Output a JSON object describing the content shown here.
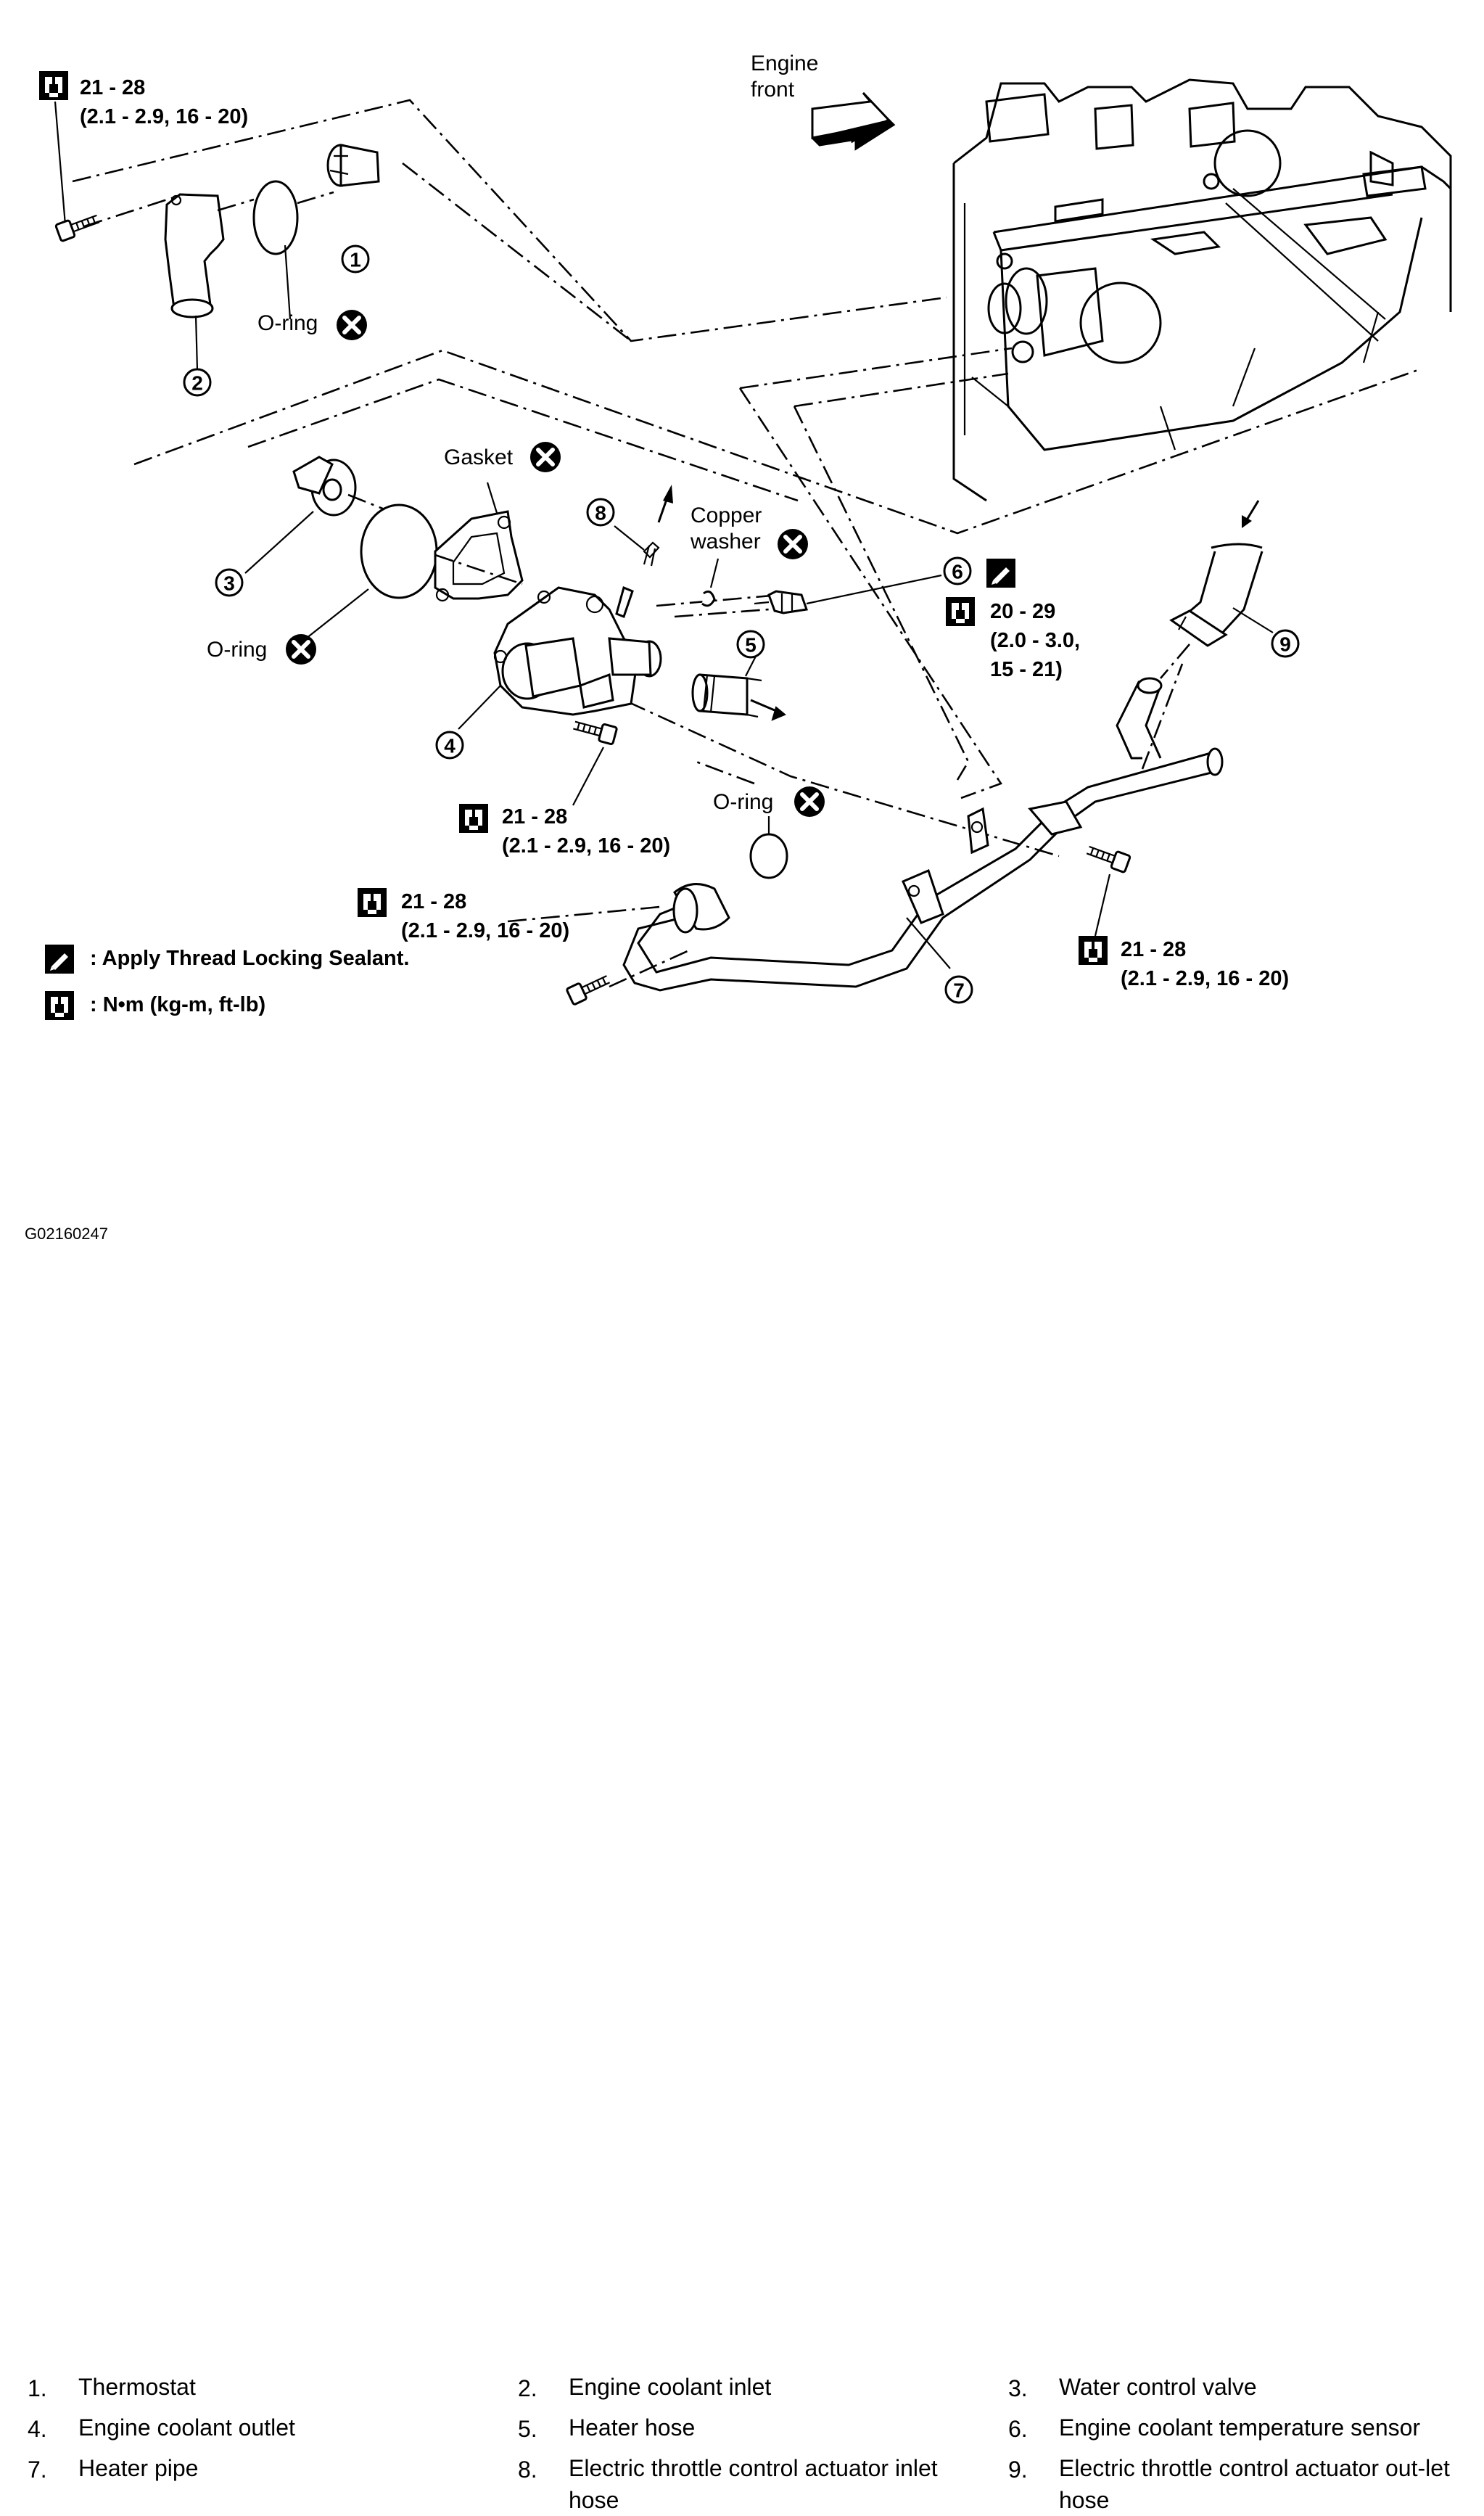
{
  "diagram": {
    "engine_front_label": [
      "Engine",
      "front"
    ],
    "oring_label": "O-ring",
    "gasket_label": "Gasket",
    "copper_washer_label": [
      "Copper",
      "washer"
    ],
    "torque_a": [
      "21 - 28",
      "(2.1 - 2.9, 16 - 20)"
    ],
    "torque_sensor": [
      "20 - 29",
      "(2.0 - 3.0,",
      "15 - 21)"
    ],
    "callouts": [
      "1",
      "2",
      "3",
      "4",
      "5",
      "6",
      "7",
      "8",
      "9"
    ]
  },
  "legend": {
    "sealant": ": Apply Thread Locking Sealant.",
    "torque_unit": ": N•m (kg-m, ft-lb)"
  },
  "parts_key": [
    {
      "num": "1.",
      "name": "Thermostat"
    },
    {
      "num": "2.",
      "name": "Engine coolant inlet"
    },
    {
      "num": "3.",
      "name": "Water control valve"
    },
    {
      "num": "4.",
      "name": "Engine coolant outlet"
    },
    {
      "num": "5.",
      "name": "Heater hose"
    },
    {
      "num": "6.",
      "name": "Engine coolant temperature sensor"
    },
    {
      "num": "7.",
      "name": "Heater pipe"
    },
    {
      "num": "8.",
      "name": "Electric throttle control actuator inlet hose"
    },
    {
      "num": "9.",
      "name": "Electric throttle control actuator out-let hose"
    }
  ],
  "figure_code": "G02160247",
  "icons": [
    "wrench-icon",
    "sealant-icon",
    "replace-x-icon"
  ]
}
